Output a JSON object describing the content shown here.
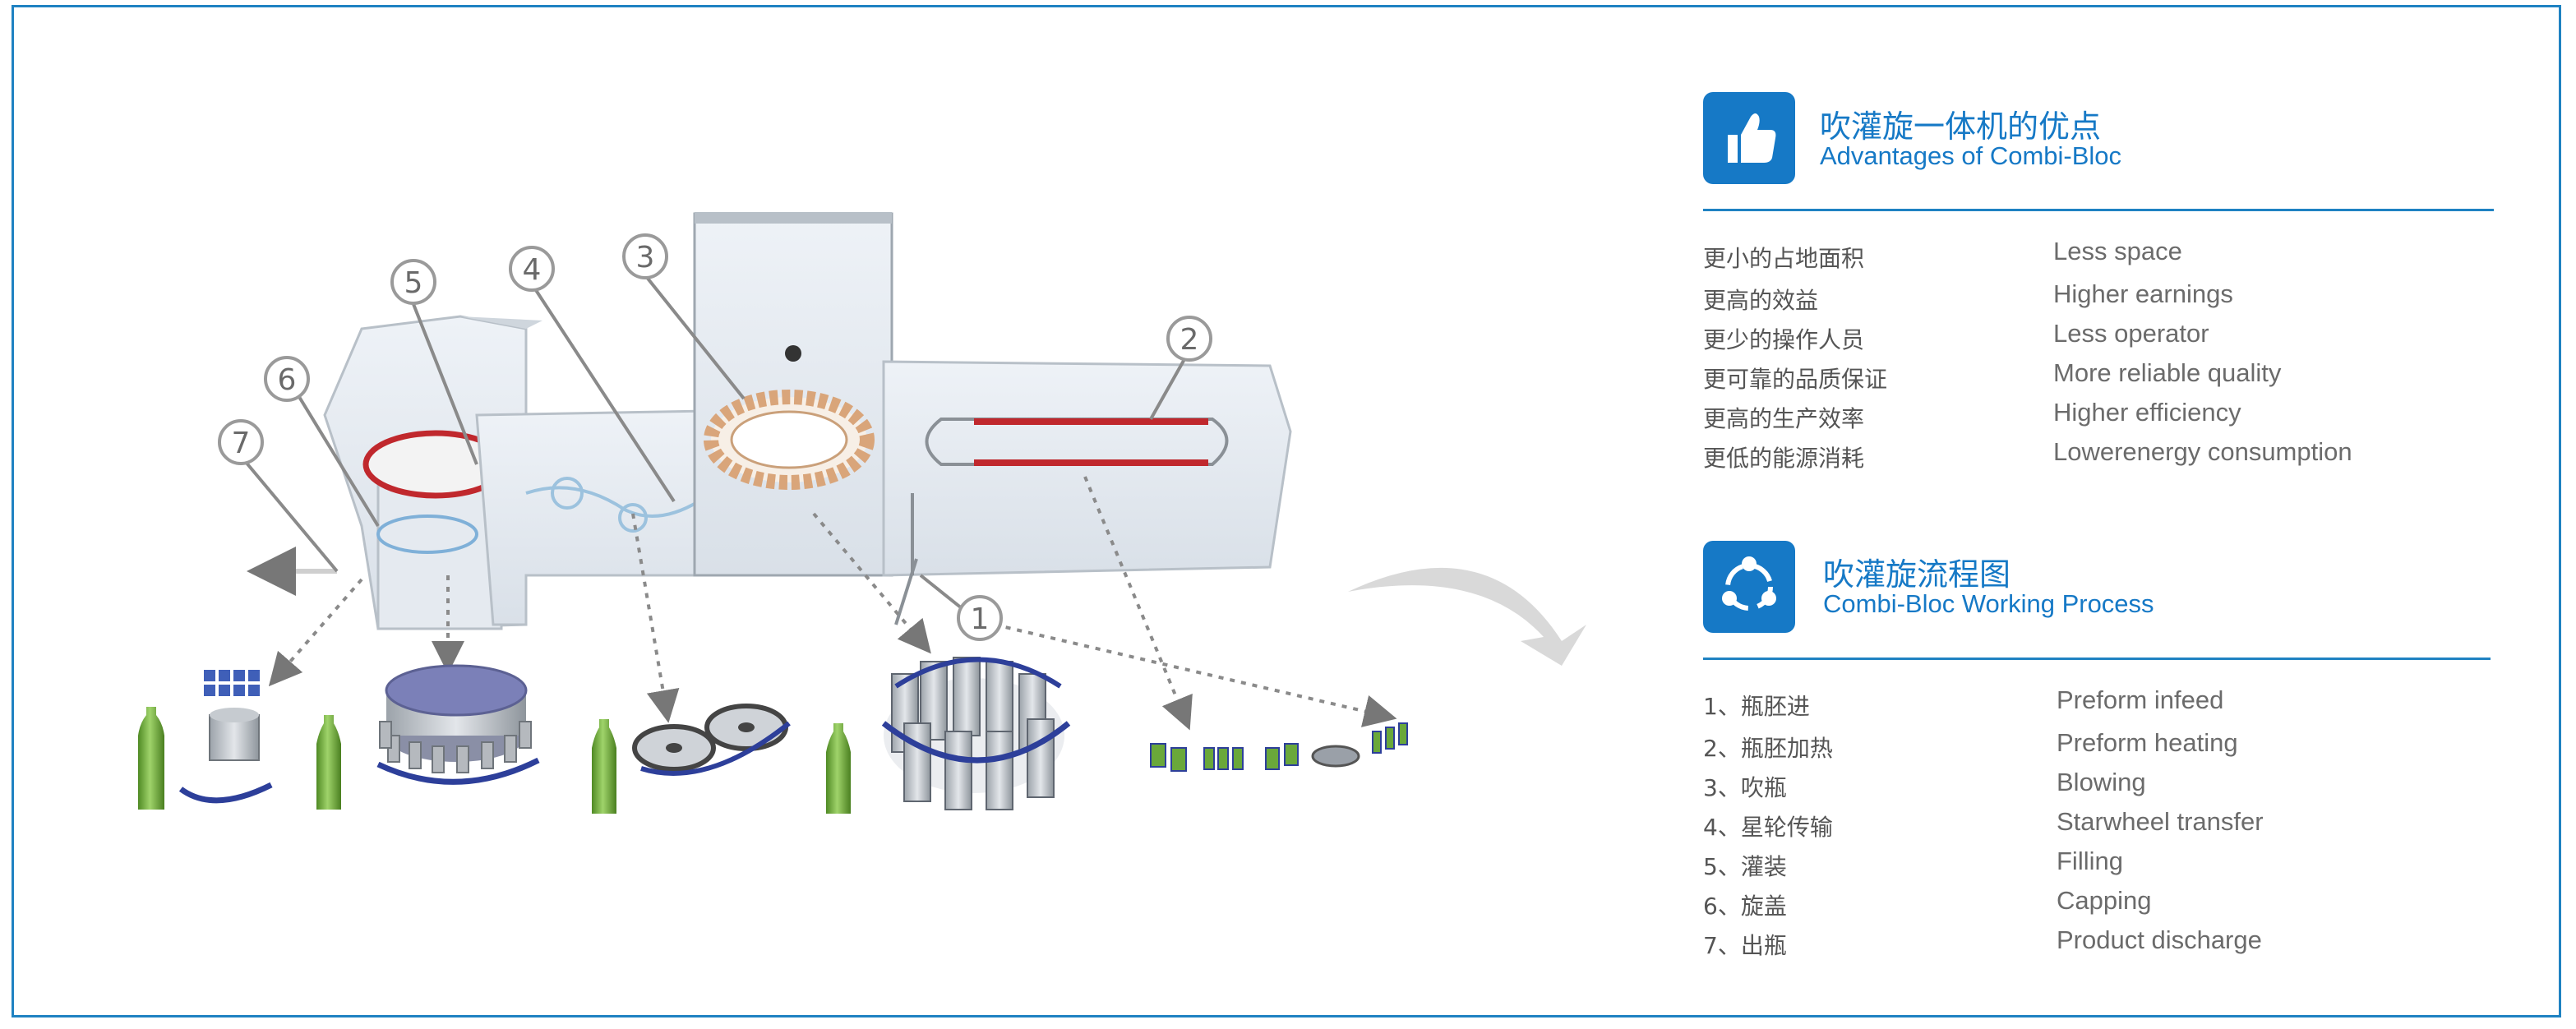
{
  "advantages": {
    "title_cn": "吹灌旋一体机的优点",
    "title_en": "Advantages of Combi-Bloc",
    "icon": "thumbs-up-icon",
    "items": [
      {
        "cn": "更小的占地面积",
        "en": "Less space"
      },
      {
        "cn": "更高的效益",
        "en": "Higher earnings"
      },
      {
        "cn": "更少的操作人员",
        "en": "Less operator"
      },
      {
        "cn": "更可靠的品质保证",
        "en": "More reliable quality"
      },
      {
        "cn": "更高的生产效率",
        "en": "Higher efficiency"
      },
      {
        "cn": "更低的能源消耗",
        "en": "Lowerenergy consumption"
      }
    ]
  },
  "process": {
    "title_cn": "吹灌旋流程图",
    "title_en": "Combi-Bloc Working Process",
    "icon": "process-cycle-icon",
    "items": [
      {
        "cn": "1、瓶胚进",
        "en": "Preform infeed"
      },
      {
        "cn": "2、瓶胚加热",
        "en": "Preform heating"
      },
      {
        "cn": "3、吹瓶",
        "en": "Blowing"
      },
      {
        "cn": "4、星轮传输",
        "en": "Starwheel transfer"
      },
      {
        "cn": "5、灌装",
        "en": "Filling"
      },
      {
        "cn": "6、旋盖",
        "en": "Capping"
      },
      {
        "cn": "7、出瓶",
        "en": "Product discharge"
      }
    ]
  },
  "diagram": {
    "callouts": [
      "1",
      "2",
      "3",
      "4",
      "5",
      "6",
      "7"
    ]
  },
  "colors": {
    "accent": "#1679c6",
    "border": "#1f82c2",
    "heater_red": "#c0282d",
    "bottle_green": "#6aa83a",
    "conveyor_blue": "#2d3f9a"
  }
}
